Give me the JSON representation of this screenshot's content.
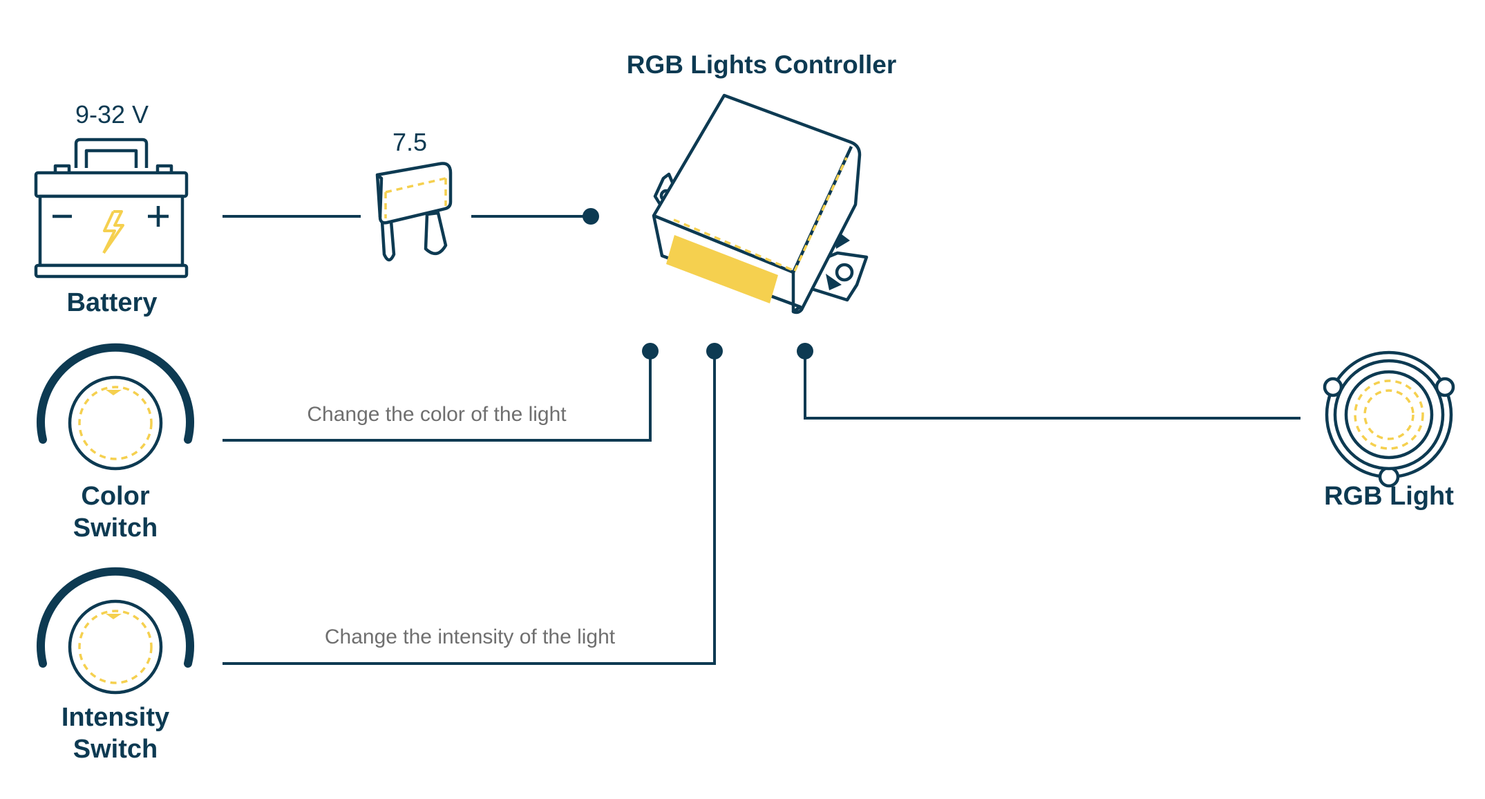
{
  "controller": {
    "title": "RGB Lights Controller"
  },
  "battery": {
    "voltage": "9-32 V",
    "label": "Battery"
  },
  "fuse": {
    "rating": "7.5"
  },
  "color_switch": {
    "label_line1": "Color",
    "label_line2": "Switch",
    "note": "Change the color of the light"
  },
  "intensity_switch": {
    "label_line1": "Intensity",
    "label_line2": "Switch",
    "note": "Change the intensity of the light"
  },
  "rgb_light": {
    "label": "RGB Light"
  },
  "colors": {
    "navy": "#0d3a52",
    "accent_yellow": "#f5d04f",
    "note_gray": "#6f6f6f"
  },
  "icons": [
    "battery-icon",
    "bolt-icon",
    "fuse-icon",
    "controller-icon",
    "color-switch-knob-icon",
    "intensity-switch-knob-icon",
    "rgb-light-icon"
  ]
}
